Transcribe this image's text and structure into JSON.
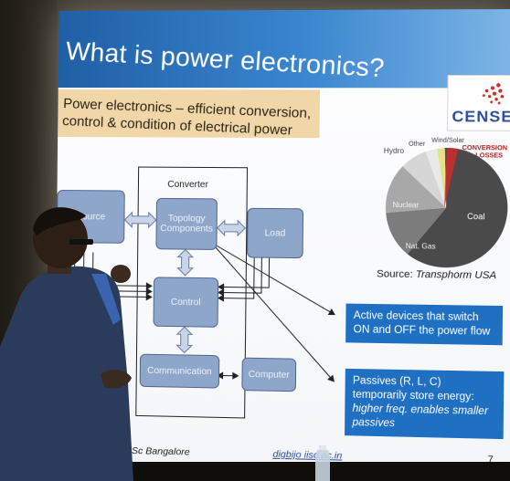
{
  "slide": {
    "title": "What is power electronics?",
    "subtitle": "Power electronics – efficient conversion, control & condition of electrical power",
    "logo_text": "CENSE",
    "diagram": {
      "converter_label": "Converter",
      "source": "Source",
      "topology": "Topology Components",
      "load": "Load",
      "control": "Control",
      "communication": "Communication",
      "computer": "Computer"
    },
    "pie": {
      "labels": {
        "hydro": "Hydro",
        "other": "Other",
        "wind_solar": "Wind/Solar",
        "conversion_losses": "CONVERSION LOSSES",
        "nuclear": "Nuclear",
        "nat_gas": "Nat. Gas",
        "coal": "Coal"
      },
      "source_prefix": "Source:",
      "source_name": "Transphorm USA"
    },
    "callouts": {
      "active": "Active devices that switch ON and OFF the power flow",
      "passive_a": "Passives (R, L, C) temporarily store energy: ",
      "passive_b": "higher freq. enables smaller passives"
    },
    "footer": {
      "left": "January   IISc Bangalore",
      "mid": "digbijo  iisc.ac.in",
      "page": "7"
    }
  },
  "colors": {
    "title_band": "#1f5fa6",
    "subtitle_box": "#f1d7a8",
    "block": "#8fa6cb",
    "callout": "#1f6fc2",
    "coal": "#4a4a4a",
    "nat_gas": "#7c7c7c",
    "nuclear": "#a8a8a8",
    "hydro": "#d6d6d6",
    "losses": "#cf2a2a"
  }
}
